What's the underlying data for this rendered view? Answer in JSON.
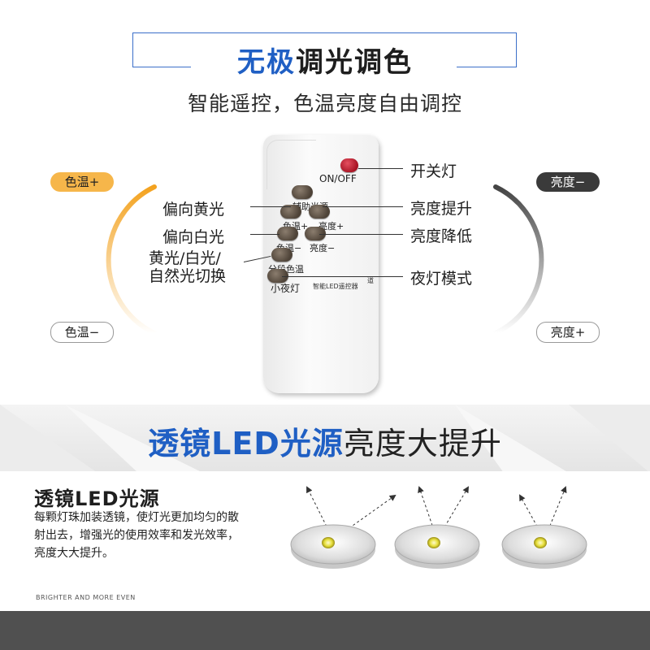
{
  "header": {
    "title_blue": "无极",
    "title_dark": "调光调色",
    "subtitle": "智能遥控，色温亮度自由调控"
  },
  "pills": {
    "warm": "色温+",
    "cool": "色温−",
    "bright_down": "亮度−",
    "bright_up": "亮度+"
  },
  "remote": {
    "power_label": "ON/OFF",
    "aux_label": "辅助光源",
    "color_plus": "色温+",
    "bright_plus": "亮度+",
    "color_minus": "色温−",
    "bright_minus": "亮度−",
    "segment_label": "分段色温",
    "night_label": "小夜灯",
    "brand_small": "智能LED遥控器",
    "brand_tag": "道"
  },
  "callouts": {
    "switch": "开关灯",
    "warm_yellow": "偏向黄光",
    "bright_up": "亮度提升",
    "warm_white": "偏向白光",
    "bright_down": "亮度降低",
    "cycle_line1": "黄光/白光/",
    "cycle_line2": "自然光切换",
    "night_mode": "夜灯模式"
  },
  "banner": {
    "title_blue": "透镜LED光源",
    "title_dark": "亮度大提升"
  },
  "lens": {
    "title": "透镜LED光源",
    "description": "每颗灯珠加装透镜，使灯光更加均匀的散射出去，增强光的使用效率和发光效率，亮度大大提升。",
    "english_tag": "BRIGHTER AND MORE EVEN"
  },
  "colors": {
    "accent_blue": "#1f5fc4",
    "warm_pill": "#f6b64a",
    "dark_pill": "#3a3a3a",
    "power_button": "#c81e2e"
  }
}
